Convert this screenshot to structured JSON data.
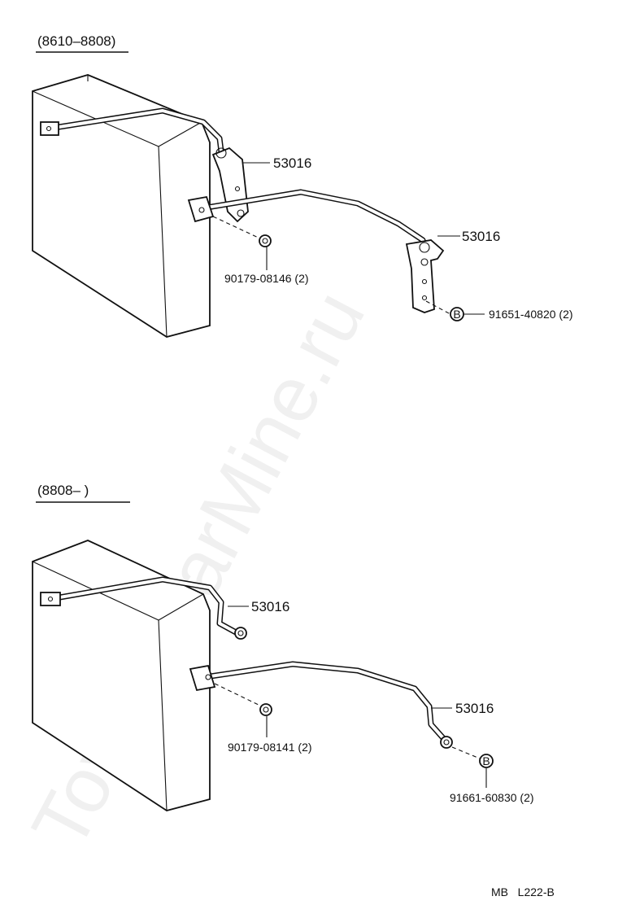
{
  "sections": [
    {
      "header": "(8610–8808)",
      "labels": {
        "rod_top": "53016",
        "rod_main": "53016",
        "nut": "90179-08146 (2)",
        "bolt": "91651-40820 (2)",
        "bolt_marker": "B"
      }
    },
    {
      "header": "(8808–        )",
      "labels": {
        "rod_top": "53016",
        "rod_main": "53016",
        "nut": "90179-08141 (2)",
        "bolt": "91661-60830 (2)",
        "bolt_marker": "B"
      }
    }
  ],
  "footer": "MB   L222-B",
  "watermark": "ToyotaCarMine.ru"
}
